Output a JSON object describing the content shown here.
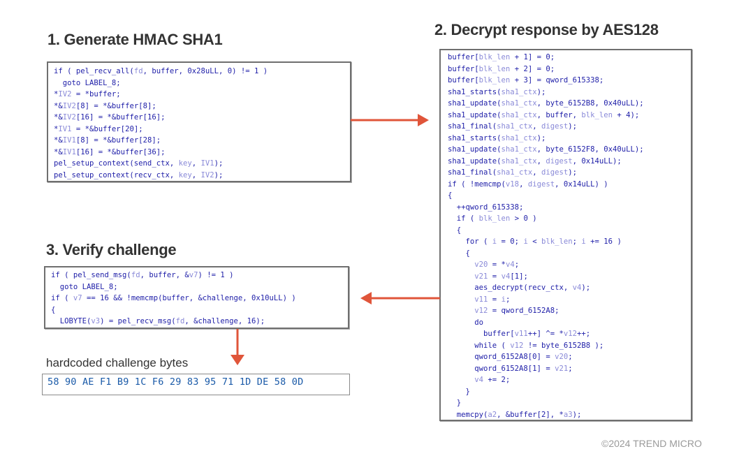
{
  "steps": [
    {
      "title": "1. Generate HMAC SHA1",
      "code": [
        [
          [
            "k",
            "if ( pel_recv_all("
          ],
          [
            "v",
            "fd"
          ],
          [
            "k",
            ", buffer, 0x28uLL, 0) != 1 )"
          ]
        ],
        [
          [
            "k",
            "  goto LABEL_8;"
          ]
        ],
        [
          [
            "k",
            "*"
          ],
          [
            "v",
            "IV2"
          ],
          [
            "k",
            " = *buffer;"
          ]
        ],
        [
          [
            "k",
            "*&"
          ],
          [
            "v",
            "IV2"
          ],
          [
            "k",
            "[8] = *&buffer[8];"
          ]
        ],
        [
          [
            "k",
            "*&"
          ],
          [
            "v",
            "IV2"
          ],
          [
            "k",
            "[16] = *&buffer[16];"
          ]
        ],
        [
          [
            "k",
            "*"
          ],
          [
            "v",
            "IV1"
          ],
          [
            "k",
            " = *&buffer[20];"
          ]
        ],
        [
          [
            "k",
            "*&"
          ],
          [
            "v",
            "IV1"
          ],
          [
            "k",
            "[8] = *&buffer[28];"
          ]
        ],
        [
          [
            "k",
            "*&"
          ],
          [
            "v",
            "IV1"
          ],
          [
            "k",
            "[16] = *&buffer[36];"
          ]
        ],
        [
          [
            "k",
            "pel_setup_context(send_ctx, "
          ],
          [
            "v",
            "key"
          ],
          [
            "k",
            ", "
          ],
          [
            "v",
            "IV1"
          ],
          [
            "k",
            ");"
          ]
        ],
        [
          [
            "k",
            "pel_setup_context(recv_ctx, "
          ],
          [
            "v",
            "key"
          ],
          [
            "k",
            ", "
          ],
          [
            "v",
            "IV2"
          ],
          [
            "k",
            ");"
          ]
        ]
      ]
    },
    {
      "title": "2.  Decrypt response by AES128",
      "code": [
        [
          [
            "k",
            "buffer["
          ],
          [
            "v",
            "blk_len"
          ],
          [
            "k",
            " + 1] = 0;"
          ]
        ],
        [
          [
            "k",
            "buffer["
          ],
          [
            "v",
            "blk_len"
          ],
          [
            "k",
            " + 2] = 0;"
          ]
        ],
        [
          [
            "k",
            "buffer["
          ],
          [
            "v",
            "blk_len"
          ],
          [
            "k",
            " + 3] = qword_615338;"
          ]
        ],
        [
          [
            "k",
            "sha1_starts("
          ],
          [
            "v",
            "sha1_ctx"
          ],
          [
            "k",
            ");"
          ]
        ],
        [
          [
            "k",
            "sha1_update("
          ],
          [
            "v",
            "sha1_ctx"
          ],
          [
            "k",
            ", byte_6152B8, 0x40uLL);"
          ]
        ],
        [
          [
            "k",
            "sha1_update("
          ],
          [
            "v",
            "sha1_ctx"
          ],
          [
            "k",
            ", buffer, "
          ],
          [
            "v",
            "blk_len"
          ],
          [
            "k",
            " + 4);"
          ]
        ],
        [
          [
            "k",
            "sha1_final("
          ],
          [
            "v",
            "sha1_ctx"
          ],
          [
            "k",
            ", "
          ],
          [
            "v",
            "digest"
          ],
          [
            "k",
            ");"
          ]
        ],
        [
          [
            "k",
            "sha1_starts("
          ],
          [
            "v",
            "sha1_ctx"
          ],
          [
            "k",
            ");"
          ]
        ],
        [
          [
            "k",
            "sha1_update("
          ],
          [
            "v",
            "sha1_ctx"
          ],
          [
            "k",
            ", byte_6152F8, 0x40uLL);"
          ]
        ],
        [
          [
            "k",
            "sha1_update("
          ],
          [
            "v",
            "sha1_ctx"
          ],
          [
            "k",
            ", "
          ],
          [
            "v",
            "digest"
          ],
          [
            "k",
            ", 0x14uLL);"
          ]
        ],
        [
          [
            "k",
            "sha1_final("
          ],
          [
            "v",
            "sha1_ctx"
          ],
          [
            "k",
            ", "
          ],
          [
            "v",
            "digest"
          ],
          [
            "k",
            ");"
          ]
        ],
        [
          [
            "k",
            "if ( !memcmp("
          ],
          [
            "v",
            "v18"
          ],
          [
            "k",
            ", "
          ],
          [
            "v",
            "digest"
          ],
          [
            "k",
            ", 0x14uLL) )"
          ]
        ],
        [
          [
            "k",
            "{"
          ]
        ],
        [
          [
            "k",
            "  ++qword_615338;"
          ]
        ],
        [
          [
            "k",
            "  if ( "
          ],
          [
            "v",
            "blk_len"
          ],
          [
            "k",
            " > 0 )"
          ]
        ],
        [
          [
            "k",
            "  {"
          ]
        ],
        [
          [
            "k",
            "    for ( "
          ],
          [
            "v",
            "i"
          ],
          [
            "k",
            " = 0; "
          ],
          [
            "v",
            "i"
          ],
          [
            "k",
            " < "
          ],
          [
            "v",
            "blk_len"
          ],
          [
            "k",
            "; "
          ],
          [
            "v",
            "i"
          ],
          [
            "k",
            " += 16 )"
          ]
        ],
        [
          [
            "k",
            "    {"
          ]
        ],
        [
          [
            "k",
            "      "
          ],
          [
            "v",
            "v20"
          ],
          [
            "k",
            " = *"
          ],
          [
            "v",
            "v4"
          ],
          [
            "k",
            ";"
          ]
        ],
        [
          [
            "k",
            "      "
          ],
          [
            "v",
            "v21"
          ],
          [
            "k",
            " = "
          ],
          [
            "v",
            "v4"
          ],
          [
            "k",
            "[1];"
          ]
        ],
        [
          [
            "k",
            "      aes_decrypt(recv_ctx, "
          ],
          [
            "v",
            "v4"
          ],
          [
            "k",
            ");"
          ]
        ],
        [
          [
            "k",
            "      "
          ],
          [
            "v",
            "v11"
          ],
          [
            "k",
            " = "
          ],
          [
            "v",
            "i"
          ],
          [
            "k",
            ";"
          ]
        ],
        [
          [
            "k",
            "      "
          ],
          [
            "v",
            "v12"
          ],
          [
            "k",
            " = qword_6152A8;"
          ]
        ],
        [
          [
            "k",
            "      do"
          ]
        ],
        [
          [
            "k",
            "        buffer["
          ],
          [
            "v",
            "v11"
          ],
          [
            "k",
            "++] ^= *"
          ],
          [
            "v",
            "v12"
          ],
          [
            "k",
            "++;"
          ]
        ],
        [
          [
            "k",
            "      while ( "
          ],
          [
            "v",
            "v12"
          ],
          [
            "k",
            " != byte_6152B8 );"
          ]
        ],
        [
          [
            "k",
            "      qword_6152A8[0] = "
          ],
          [
            "v",
            "v20"
          ],
          [
            "k",
            ";"
          ]
        ],
        [
          [
            "k",
            "      qword_6152A8[1] = "
          ],
          [
            "v",
            "v21"
          ],
          [
            "k",
            ";"
          ]
        ],
        [
          [
            "k",
            "      "
          ],
          [
            "v",
            "v4"
          ],
          [
            "k",
            " += 2;"
          ]
        ],
        [
          [
            "k",
            "    }"
          ]
        ],
        [
          [
            "k",
            "  }"
          ]
        ],
        [
          [
            "k",
            "  memcpy("
          ],
          [
            "v",
            "a2"
          ],
          [
            "k",
            ", &buffer[2], *"
          ],
          [
            "v",
            "a3"
          ],
          [
            "k",
            ");"
          ]
        ]
      ]
    },
    {
      "title": "3.  Verify challenge",
      "code": [
        [
          [
            "k",
            "if ( pel_send_msg("
          ],
          [
            "v",
            "fd"
          ],
          [
            "k",
            ", buffer, &"
          ],
          [
            "v",
            "v7"
          ],
          [
            "k",
            ") != 1 )"
          ]
        ],
        [
          [
            "k",
            "  goto LABEL_8;"
          ]
        ],
        [
          [
            "k",
            "if ( "
          ],
          [
            "v",
            "v7"
          ],
          [
            "k",
            " == 16 && !memcmp(buffer, &challenge, 0x10uLL) )"
          ]
        ],
        [
          [
            "k",
            "{"
          ]
        ],
        [
          [
            "k",
            "  LOBYTE("
          ],
          [
            "v",
            "v3"
          ],
          [
            "k",
            ") = pel_recv_msg("
          ],
          [
            "v",
            "fd"
          ],
          [
            "k",
            ", &challenge, 16);"
          ]
        ]
      ]
    }
  ],
  "challenge": {
    "caption": "hardcoded challenge bytes",
    "bytes": "58 90 AE F1 B9 1C F6 29 83 95 71 1D DE 58 0D"
  },
  "copyright": "©2024 TREND MICRO",
  "colors": {
    "arrow": "#e0553a",
    "heading": "#333333",
    "code_keyword": "#1e1ea8",
    "code_variable": "#8a8ad8",
    "bytes": "#1a5aa8"
  }
}
